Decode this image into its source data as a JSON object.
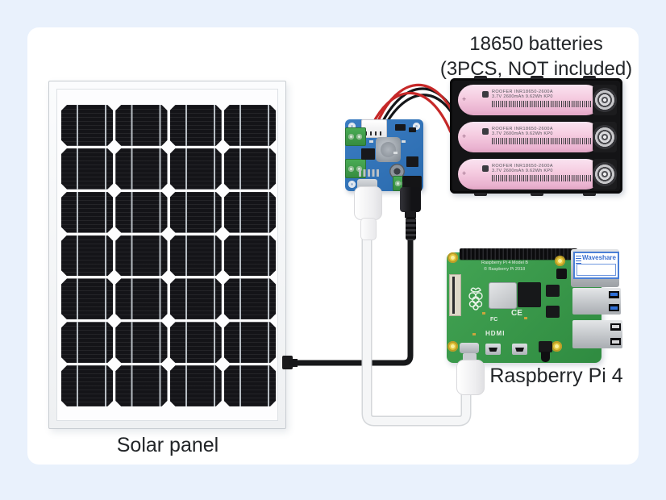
{
  "labels": {
    "batteries_line1": "18650 batteries",
    "batteries_line2": "(3PCS, NOT included)",
    "solar_panel": "Solar panel",
    "raspberry_pi": "Raspberry Pi 4"
  },
  "solar": {
    "columns": 4,
    "rows": 7
  },
  "battery_pack": {
    "count": 3,
    "cell_line1": "ROOFER   INR18650-2600A",
    "cell_line2": "3.7V 2600mAh 9.62Wh KP0",
    "plus_sign": "+"
  },
  "raspberry_pi": {
    "sticker_text": "Waveshare",
    "silkscreen_line1": "Raspberry Pi 4 Model B",
    "silkscreen_line2": "© Raspberry Pi 2018",
    "hdmi_mark": "HDMI",
    "ce_mark": "CE",
    "fcc_mark": "FC"
  },
  "colors": {
    "background": "#e9f1fc",
    "card": "#ffffff",
    "pcb_blue": "#2e72b8",
    "pi_green": "#3b9a4b",
    "battery_pink": "#f5cbe0",
    "wire_red": "#c62828",
    "cable_black": "#17181a",
    "cable_white": "#f5f6f7",
    "usb3_blue": "#2f6fd6",
    "sticker_blue": "#3a6fd0",
    "label_text": "#222528"
  }
}
